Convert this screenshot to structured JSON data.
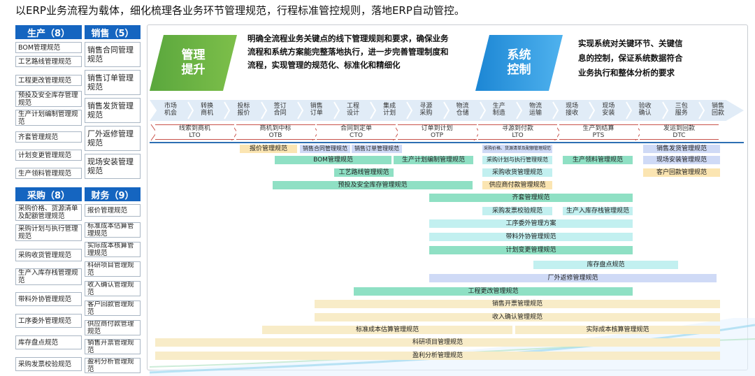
{
  "headline": "以ERP业务流程为载体，细化梳理各业务环节管理规范，行程标准管控规则，落地ERP自动管控。",
  "left": {
    "production": {
      "title": "生产（8）",
      "items": [
        "BOM管理规范",
        "工艺路线管理规范",
        "工程更改管理规范",
        "预投及安全库存管理规范",
        "生产计划编制管理规范",
        "齐套管理规范",
        "计划变更管理规范",
        "生产领料管理规范"
      ]
    },
    "sales": {
      "title": "销售（5）",
      "items": [
        "销售合同管理规范",
        "销售订单管理规范",
        "销售发货管理规范",
        "厂外返修管理规范",
        "现场安装管理规范"
      ]
    },
    "purchase": {
      "title": "采购（8）",
      "items": [
        "采购价格、货源清单及配额管理规范",
        "采购计划与执行管理规范",
        "采购收货管理规范",
        "生产入库存栈管理规范",
        "带料外协管理规范",
        "工序委外管理规范",
        "库存盘点规范",
        "采购发票校验规范"
      ]
    },
    "finance": {
      "title": "财务（9）",
      "items": [
        "报价管理规范",
        "标准成本估算管理规范",
        "实际成本核算管理规范",
        "科研项目管理规范",
        "收入确认管理规范",
        "客户回款管理规范",
        "供应商付款管理规范",
        "销售开票管理规范",
        "盈利分析管理规范"
      ]
    }
  },
  "banners": {
    "green": "管理\n提升",
    "green_text": "明确全流程业务关键点的线下管理规则和要求，确保业务流程和系统方案能完整落地执行，进一步完善管理制度和流程，实现管理的规范化、标准化和精细化",
    "blue": "系统\n控制",
    "blue_text": "实现系统对关键环节、关键信息的控制，保证系统数据符合业务执行和整体分析的要求"
  },
  "steps": [
    "市场\n机会",
    "转换\n商机",
    "投标\n报价",
    "签订\n合同",
    "销售\n订单",
    "工程\n设计",
    "集成\n计划",
    "寻源\n采购",
    "物流\n仓储",
    "生产\n制造",
    "物流\n运输",
    "现场\n接收",
    "现场\n安装",
    "验收\n确认",
    "三包\n服务",
    "销售\n回款"
  ],
  "phases": [
    "线索到商机\nLTO",
    "商机到中标\nOTB",
    "合同到定单\nCTO",
    "订单到计划\nOTP",
    "寻源到付款\nLTO",
    "生产到结算\nPTS",
    "发运到回款\nDTC"
  ],
  "bars": {
    "b1": "报价管理规范",
    "b2": "销售合同管理规范",
    "b3": "销售订单管理规范",
    "b4": "采购价格、货源清单及配额管理规范",
    "b5": "销售发货管理规范",
    "b6": "BOM管理规范",
    "b7": "生产计划编制管理规范",
    "b8": "采购计划与执行管理规范",
    "b9": "生产领料管理规范",
    "b10": "现场安装管理规范",
    "b11": "工艺路线管理规范",
    "b12": "采购收货管理规范",
    "b13": "客户回款管理规范",
    "b14": "预投及安全库存管理规范",
    "b15": "供应商付款管理规范",
    "b16": "齐套管理规范",
    "b17": "采购发票校验规范",
    "b18": "生产入库存栈管理规范",
    "b19": "工序委外管理方案",
    "b20": "带料外协管理规范",
    "b21": "计划变更管理规范",
    "b22": "库存盘点规范",
    "b23": "厂外返修管理规范",
    "b24": "工程更改管理规范",
    "b25": "销售开票管理规范",
    "b26": "收入确认管理规范",
    "b27": "标准成本估算管理规范",
    "b28": "实际成本核算管理规范",
    "b29": "科研项目管理规范",
    "b30": "盈利分析管理规范"
  }
}
